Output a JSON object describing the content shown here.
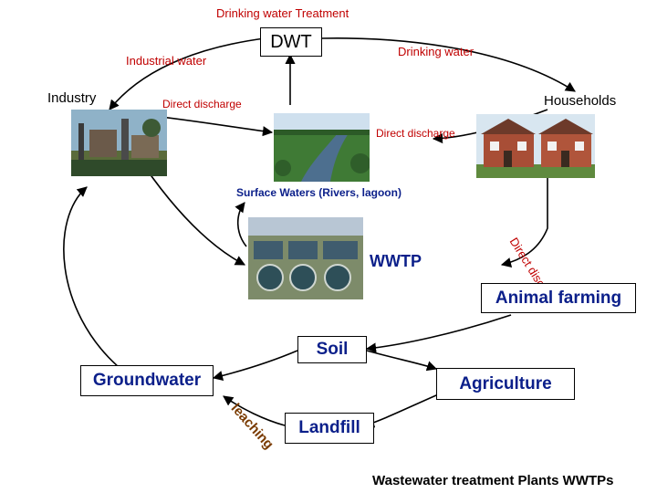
{
  "diagram": {
    "top_title": "Drinking water Treatment",
    "nodes": {
      "dwt": "DWT",
      "industrial_water": "Industrial water",
      "drinking_water": "Drinking water",
      "industry": "Industry",
      "households": "Households",
      "direct_discharge_left": "Direct discharge",
      "direct_discharge_right": "Direct discharge",
      "surface_waters": "Surface Waters (Rivers, lagoon)",
      "direct_discharge_vertical": "Direct discharge",
      "wwtp": "WWTP",
      "animal_farming": "Animal farming",
      "soil": "Soil",
      "groundwater": "Groundwater",
      "agriculture": "Agriculture",
      "leaching": "leaching",
      "landfill": "Landfill",
      "footer": "Wastewater treatment Plants WWTPs"
    },
    "icons": [
      "industry-photo",
      "river-photo",
      "households-photo",
      "wwtp-photo"
    ],
    "colors": {
      "text_red": "#c00000",
      "text_blue": "#0b1f8a",
      "arrows": "#000000"
    }
  }
}
